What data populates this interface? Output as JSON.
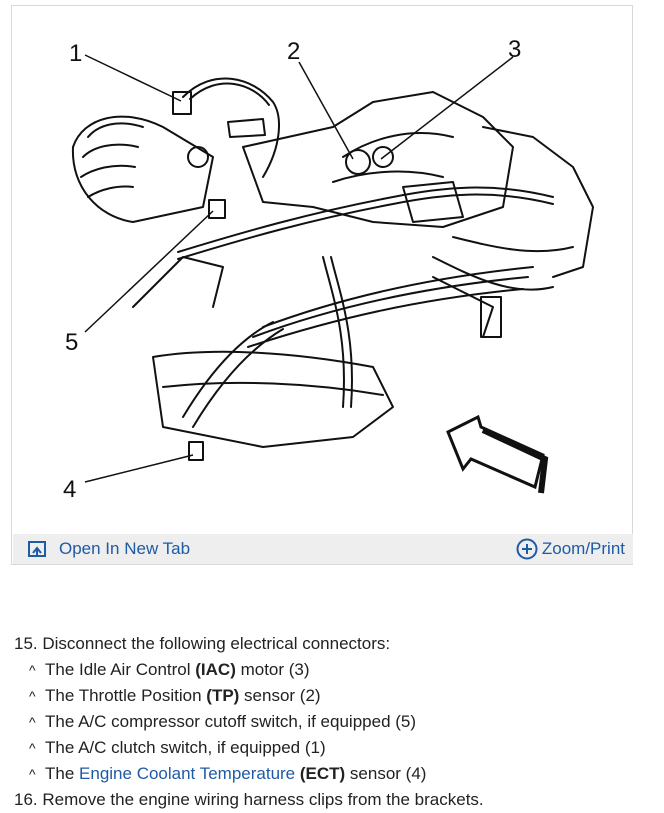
{
  "figure": {
    "callouts": [
      "1",
      "2",
      "3",
      "4",
      "5"
    ],
    "open_tab_label": "Open In New Tab",
    "open_tab_icon": "open-in-new-tab-icon",
    "zoom_label": "Zoom/Print",
    "zoom_icon": "zoom-plus-icon",
    "link_color": "#1f5aa6"
  },
  "steps": [
    {
      "number": "15.",
      "text": "Disconnect the following electrical connectors:",
      "subitems": [
        {
          "prefix": "The Idle Air Control ",
          "bold": "(IAC)",
          "suffix": " motor (3)"
        },
        {
          "prefix": "The Throttle Position ",
          "bold": "(TP)",
          "suffix": " sensor (2)"
        },
        {
          "prefix": "The A/C compressor cutoff switch, if equipped (5)",
          "bold": "",
          "suffix": ""
        },
        {
          "prefix": "The A/C clutch switch, if equipped (1)",
          "bold": "",
          "suffix": ""
        },
        {
          "prefix": "The ",
          "link": "Engine Coolant Temperature",
          "bold": "(ECT)",
          "suffix": " sensor (4)"
        }
      ]
    },
    {
      "number": "16.",
      "text": "Remove the engine wiring harness clips from the brackets.",
      "subitems": []
    }
  ]
}
